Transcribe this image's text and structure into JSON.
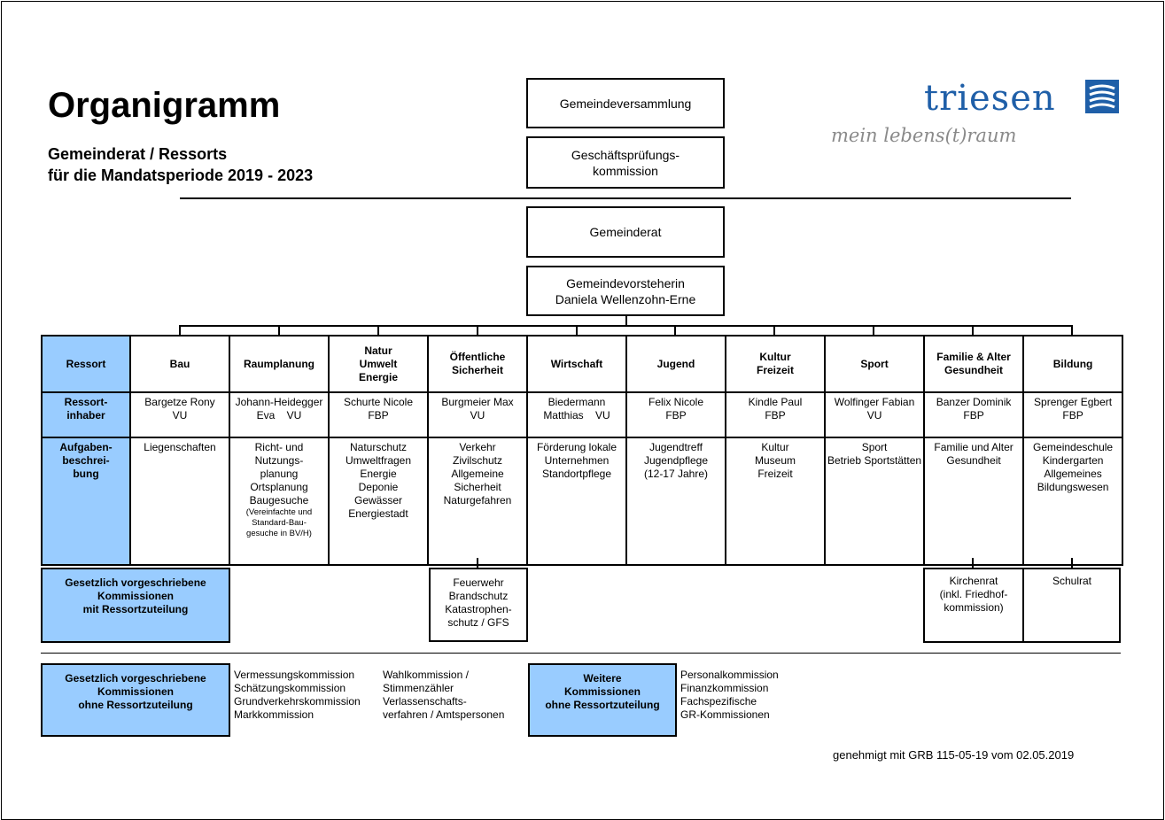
{
  "header": {
    "title": "Organigramm",
    "subtitle_line1": "Gemeinderat / Ressorts",
    "subtitle_line2": "für die Mandatsperiode 2019 - 2023"
  },
  "logo": {
    "word": "triesen",
    "tagline": "mein lebens(t)raum",
    "color": "#1f5fa8"
  },
  "top_boxes": {
    "versammlung": "Gemeindeversammlung",
    "gpk_line1": "Geschäftsprüfungs-",
    "gpk_line2": "kommission",
    "gemeinderat": "Gemeinderat",
    "vorsteherin_line1": "Gemeindevorsteherin",
    "vorsteherin_line2": "Daniela Wellenzohn-Erne"
  },
  "row_labels": {
    "ressort": "Ressort",
    "inhaber_line1": "Ressort-",
    "inhaber_line2": "inhaber",
    "aufgaben_line1": "Aufgaben-",
    "aufgaben_line2": "beschrei-",
    "aufgaben_line3": "bung"
  },
  "ressorts": [
    {
      "name": [
        "Bau"
      ],
      "owner": [
        "Bargetze Rony",
        "VU"
      ],
      "tasks": [
        "Liegenschaften"
      ]
    },
    {
      "name": [
        "Raumplanung"
      ],
      "owner": [
        "Johann-Heidegger",
        "Eva    VU"
      ],
      "tasks": [
        "Richt- und",
        "Nutzungs-",
        "planung",
        "Ortsplanung",
        "Baugesuche"
      ],
      "tasks_small": [
        "(Vereinfachte und",
        "Standard-Bau-",
        "gesuche in BV/H)"
      ]
    },
    {
      "name": [
        "Natur",
        "Umwelt",
        "Energie"
      ],
      "owner": [
        "Schurte Nicole",
        "FBP"
      ],
      "tasks": [
        "Naturschutz",
        "Umweltfragen",
        "Energie",
        "Deponie",
        "Gewässer",
        "Energiestadt"
      ]
    },
    {
      "name": [
        "Öffentliche",
        "Sicherheit"
      ],
      "owner": [
        "Burgmeier Max",
        "VU"
      ],
      "tasks": [
        "Verkehr",
        "Zivilschutz",
        "Allgemeine",
        "Sicherheit",
        "Naturgefahren"
      ]
    },
    {
      "name": [
        "Wirtschaft"
      ],
      "owner": [
        "Biedermann",
        "Matthias    VU"
      ],
      "tasks": [
        "Förderung lokale",
        "Unternehmen",
        "Standortpflege"
      ]
    },
    {
      "name": [
        "Jugend"
      ],
      "owner": [
        "Felix Nicole",
        "FBP"
      ],
      "tasks": [
        "Jugendtreff",
        "Jugendpflege",
        "(12-17 Jahre)"
      ]
    },
    {
      "name": [
        "Kultur",
        "Freizeit"
      ],
      "owner": [
        "Kindle Paul",
        "FBP"
      ],
      "tasks": [
        "Kultur",
        "Museum",
        "Freizeit"
      ]
    },
    {
      "name": [
        "Sport"
      ],
      "owner": [
        "Wolfinger Fabian",
        "VU"
      ],
      "tasks": [
        "Sport",
        "Betrieb Sportstätten"
      ]
    },
    {
      "name": [
        "Familie & Alter",
        "Gesundheit"
      ],
      "owner": [
        "Banzer Dominik",
        "FBP"
      ],
      "tasks": [
        "Familie und Alter",
        "Gesundheit"
      ]
    },
    {
      "name": [
        "Bildung"
      ],
      "owner": [
        "Sprenger Egbert",
        "FBP"
      ],
      "tasks": [
        "Gemeindeschule",
        "Kindergarten",
        "Allgemeines",
        "Bildungswesen"
      ]
    }
  ],
  "kommissionen_mit": {
    "label": [
      "Gesetzlich vorgeschriebene",
      "Kommissionen",
      "mit Ressortzuteilung"
    ],
    "sicherheit": [
      "Feuerwehr",
      "Brandschutz",
      "Katastrophen-",
      "schutz / GFS"
    ],
    "familie": [
      "Kirchenrat",
      "(inkl. Friedhof-",
      "kommission)"
    ],
    "bildung": [
      "Schulrat"
    ]
  },
  "kommissionen_ohne": {
    "label": [
      "Gesetzlich vorgeschriebene",
      "Kommissionen",
      "ohne Ressortzuteilung"
    ],
    "list1": [
      "Vermessungskommission",
      "Schätzungskommission",
      "Grundverkehrskommission",
      "Markkommission"
    ],
    "list2": [
      "Wahlkommission /",
      "Stimmenzähler",
      "Verlassenschafts-",
      "verfahren / Amtspersonen"
    ]
  },
  "weitere": {
    "label": [
      "Weitere",
      "Kommissionen",
      "ohne Ressortzuteilung"
    ],
    "list": [
      "Personalkommission",
      "Finanzkommission",
      "Fachspezifische",
      "GR-Kommissionen"
    ]
  },
  "footer": "genehmigt mit GRB 115-05-19 vom 02.05.2019"
}
